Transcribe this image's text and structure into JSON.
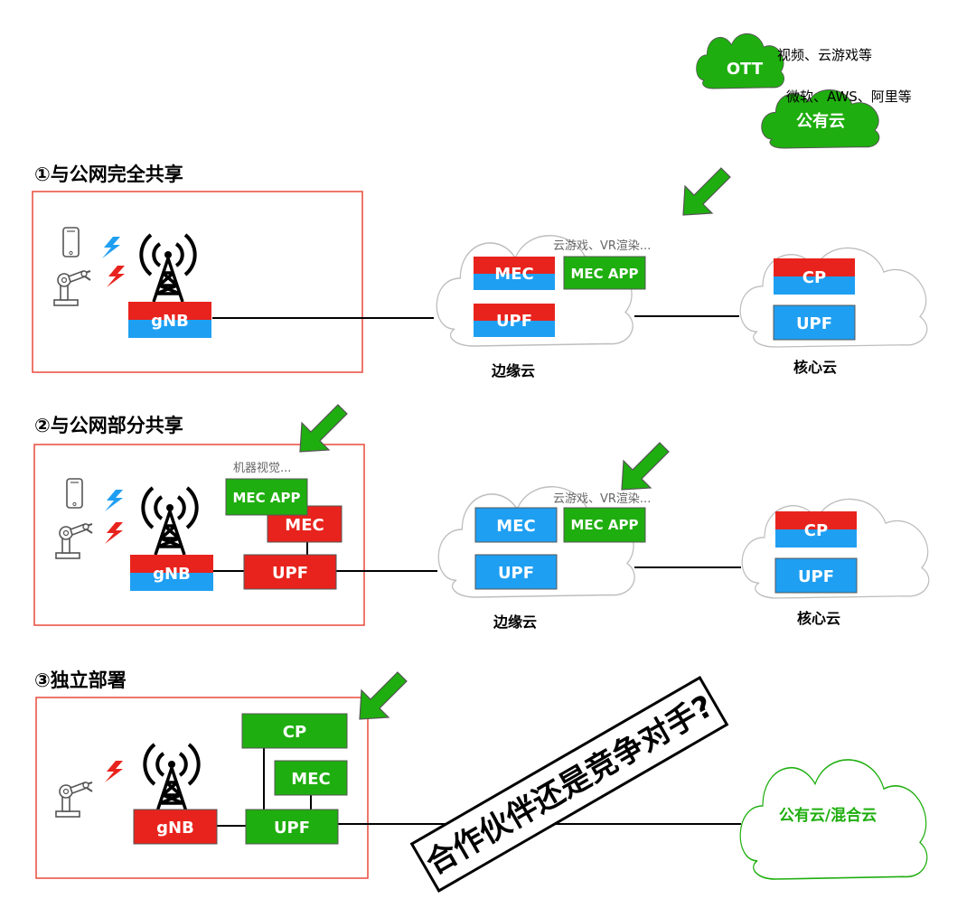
{
  "colors": {
    "red": "#e8231d",
    "blue": "#1f9ff2",
    "green": "#1fae0f",
    "frame": "#e84a3b",
    "line": "#000000",
    "cloud_outline": "#bdbdbd"
  },
  "top": {
    "ott_label": "OTT",
    "ott_note": "视频、云游戏等",
    "public_cloud_label": "公有云",
    "public_cloud_note": "微软、AWS、阿里等"
  },
  "section1": {
    "title": "①与公网完全共享",
    "gnb": "gNB",
    "edge_mec": "MEC",
    "edge_mec_app": "MEC APP",
    "edge_upf": "UPF",
    "edge_note": "云游戏、VR渲染...",
    "edge_label": "边缘云",
    "core_cp": "CP",
    "core_upf": "UPF",
    "core_label": "核心云"
  },
  "section2": {
    "title": "②与公网部分共享",
    "gnb": "gNB",
    "local_note": "机器视觉...",
    "local_mec_app": "MEC APP",
    "local_mec": "MEC",
    "local_upf": "UPF",
    "edge_mec": "MEC",
    "edge_mec_app": "MEC APP",
    "edge_upf": "UPF",
    "edge_note": "云游戏、VR渲染...",
    "edge_label": "边缘云",
    "core_cp": "CP",
    "core_upf": "UPF",
    "core_label": "核心云"
  },
  "section3": {
    "title": "③独立部署",
    "gnb": "gNB",
    "cp": "CP",
    "mec": "MEC",
    "upf": "UPF",
    "hybrid_cloud_label": "公有云/混合云",
    "question": "合作伙伴还是竞争对手?"
  }
}
